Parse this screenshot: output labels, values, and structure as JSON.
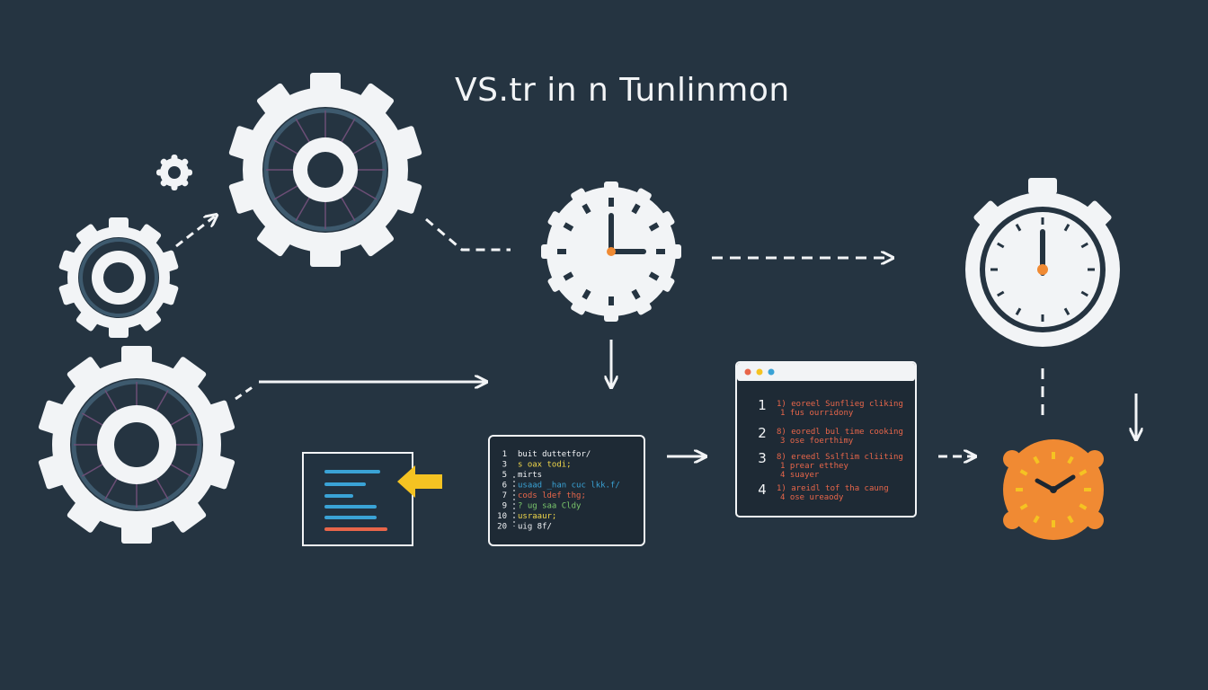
{
  "title": "VS.tr in n Tunlinmon",
  "colors": {
    "background": "#253441",
    "foreground": "#f2f4f6",
    "gear_ring": "#3e5a6e",
    "spoke": "#6c4e76",
    "accent_orange": "#f08a33",
    "accent_yellow": "#f5c322",
    "code_blue": "#3aa3d6",
    "code_red": "#e8664a",
    "code_green": "#7bc86c",
    "code_purple": "#b17ce0"
  },
  "icons": {
    "gears": [
      "gear-icon",
      "gear-icon",
      "gear-icon",
      "gear-icon"
    ],
    "clock": "clock-icon",
    "stopwatch": "stopwatch-icon",
    "alarm": "alarm-clock-icon",
    "arrow": "arrow-right-icon"
  },
  "code_window": {
    "lines": [
      {
        "num": "1",
        "text": "buit duttetfor/"
      },
      {
        "num": "3",
        "text": "  s oax todi;"
      },
      {
        "num": "5",
        "text": "  mirts"
      },
      {
        "num": "6",
        "text": "    usaad _han cuc lkk.f/"
      },
      {
        "num": "7",
        "text": "      cods ldef thg;"
      },
      {
        "num": "9",
        "text": "      ? ug saa Cldy"
      },
      {
        "num": "10",
        "text": "    usraaur;"
      },
      {
        "num": "20",
        "text": "  uig 8f/"
      }
    ]
  },
  "list_window": {
    "items": [
      {
        "num": "1",
        "line1": "1) eoreel Sunflieg cliking",
        "line2": "1 fus ourridony"
      },
      {
        "num": "2",
        "line1": "8) eoredl bul time cooking",
        "line2": "3 ose foerthimy"
      },
      {
        "num": "3",
        "line1": "8) ereedl Sslflim cliiting",
        "line2": "1 prear etthey",
        "line3": "4 suayer"
      },
      {
        "num": "4",
        "line1": "1) areidl tof tha caung",
        "line2": "4 ose ureaody"
      }
    ]
  }
}
